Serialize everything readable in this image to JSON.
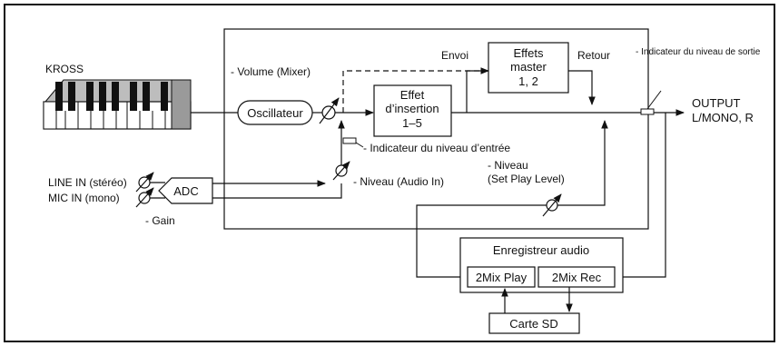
{
  "header": {
    "title": ""
  },
  "diagram": {
    "keyboard_label": "KROSS",
    "volume_mixer": "- Volume (Mixer)",
    "oscillator": "Oscillateur",
    "envoi": "Envoi",
    "retour": "Retour",
    "master_effects": {
      "line1": "Effets",
      "line2": "master",
      "line3": "1, 2"
    },
    "insertion_effect": {
      "line1": "Effet",
      "line2": "d’insertion",
      "line3": "1–5"
    },
    "output_level_indicator": "- Indicateur du niveau de sortie",
    "output": {
      "line1": "OUTPUT",
      "line2": "L/MONO, R"
    },
    "input_level_indicator": "- Indicateur du niveau d’entrée",
    "line_in": "LINE IN (stéréo)",
    "mic_in": "MIC IN (mono)",
    "adc": "ADC",
    "gain": "- Gain",
    "audio_in_level": "- Niveau (Audio In)",
    "set_play_level": {
      "line1": "- Niveau",
      "line2": "(Set Play Level)"
    },
    "audio_recorder": "Enregistreur audio",
    "mix_play": "2Mix Play",
    "mix_rec": "2Mix Rec",
    "sd_card": "Carte SD"
  }
}
